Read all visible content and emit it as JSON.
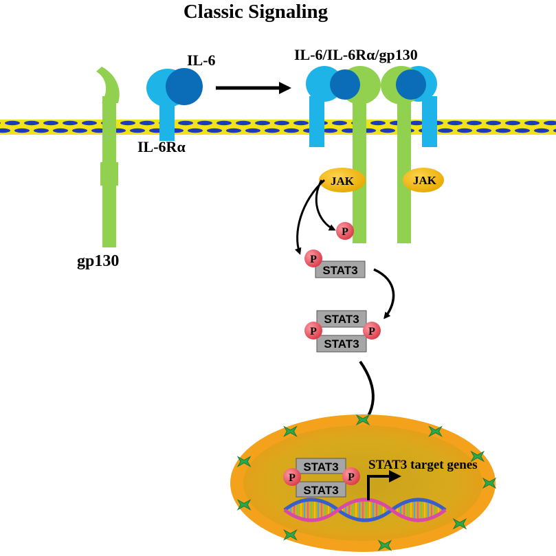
{
  "title": "Classic Signaling",
  "labels": {
    "il6": "IL-6",
    "complex": "IL-6/IL-6Rα/gp130",
    "il6ra": "IL-6Rα",
    "gp130": "gp130",
    "jak": "JAK",
    "phospho": "P",
    "stat3": "STAT3",
    "target_genes": "STAT3 target genes"
  },
  "colors": {
    "gp130": "#92d050",
    "il6ra": "#1fb4e8",
    "il6_ligand": "#0b6cb8",
    "jak": "#f5b800",
    "phospho": "#e8505b",
    "stat3": "#a6a6a6",
    "nucleus": "#f4a11b",
    "nucleus_inner": "#c89a1a",
    "membrane_blue": "#1e3ab8",
    "membrane_yellow": "#f2e21a",
    "pore": "#2aa84a"
  }
}
